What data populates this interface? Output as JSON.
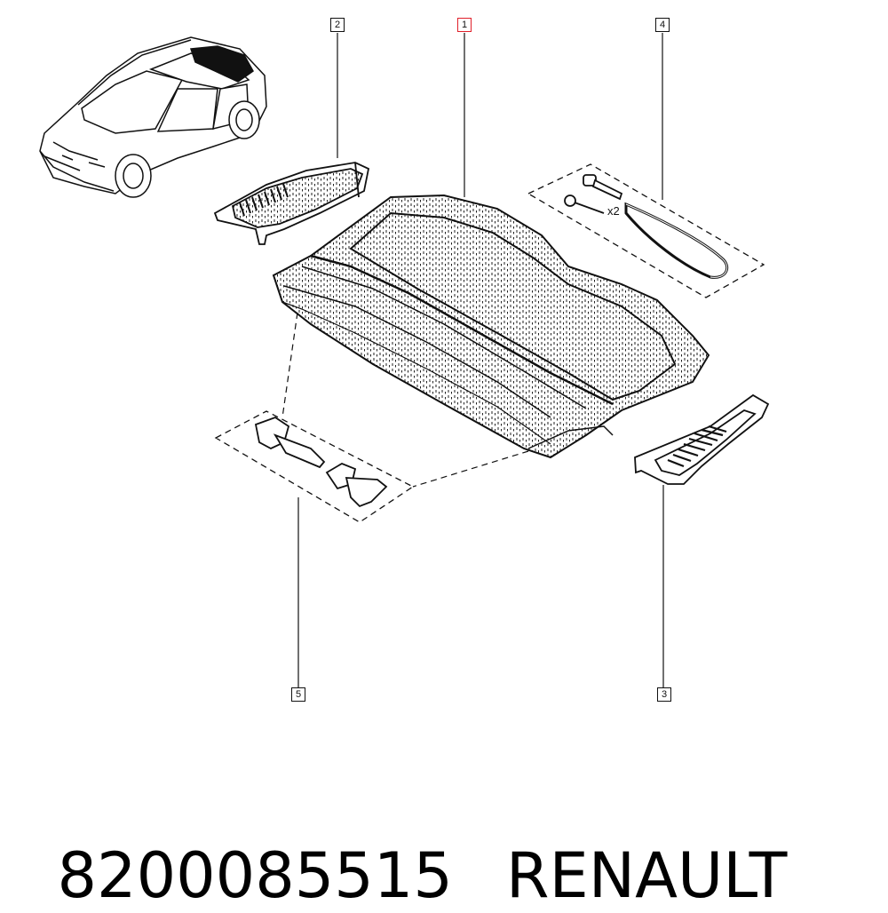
{
  "callouts": {
    "c1": "1",
    "c2": "2",
    "c3": "3",
    "c4": "4",
    "c5": "5"
  },
  "quantity_label": "x2",
  "colors": {
    "selected_callout": "#e0202a",
    "line": "#111111"
  },
  "footer": {
    "part_number": "8200085515",
    "brand": "RENAULT"
  }
}
